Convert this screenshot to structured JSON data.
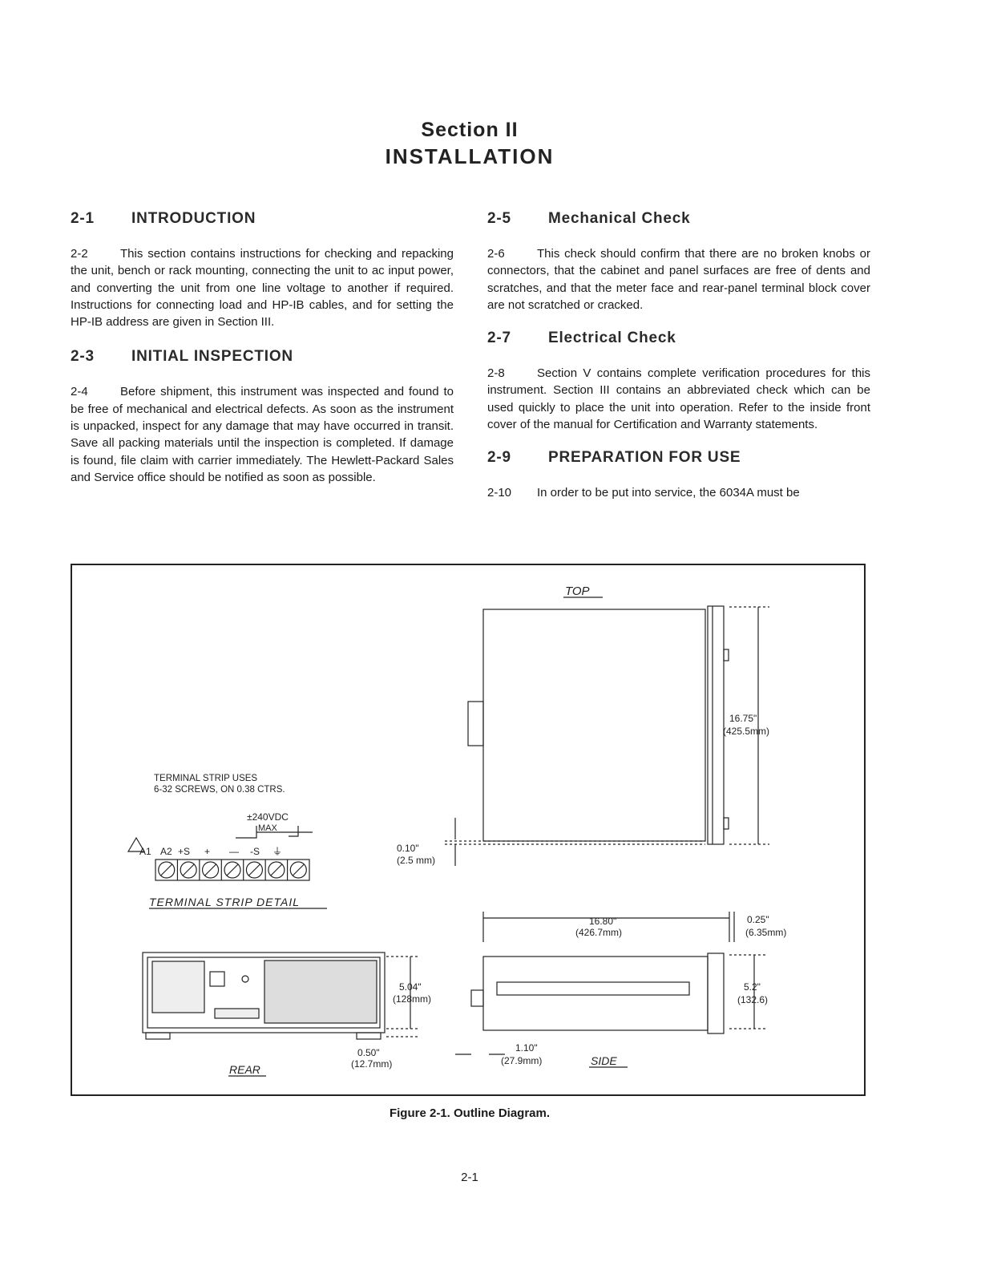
{
  "header": {
    "section": "Section II",
    "title": "INSTALLATION"
  },
  "left": {
    "s1": {
      "num": "2-1",
      "title": "INTRODUCTION"
    },
    "p1": {
      "num": "2-2",
      "text": "This section contains instructions for checking and repacking the unit, bench or rack mounting, connecting the unit to ac input power, and converting the unit from one line voltage to another if required. Instructions for connecting load and HP-IB cables, and for setting the HP-IB address are given in Section III."
    },
    "s2": {
      "num": "2-3",
      "title": "INITIAL INSPECTION"
    },
    "p2": {
      "num": "2-4",
      "text": "Before shipment, this instrument was inspected and found to be free of mechanical and electrical defects. As soon as the instrument is unpacked, inspect for any damage that may have occurred in transit. Save all packing materials until the inspection is completed. If damage is found, file claim with carrier immediately. The Hewlett-Packard Sales and Service office should be notified as soon as possible."
    }
  },
  "right": {
    "s1": {
      "num": "2-5",
      "title": "Mechanical Check"
    },
    "p1": {
      "num": "2-6",
      "text": "This check should confirm that there are no broken knobs or connectors, that the cabinet and panel surfaces are free of dents and scratches, and that the meter face and rear-panel terminal block cover are not scratched or cracked."
    },
    "s2": {
      "num": "2-7",
      "title": "Electrical Check"
    },
    "p2": {
      "num": "2-8",
      "text": "Section V contains complete verification procedures for this instrument. Section III contains an abbreviated check which can be used quickly to place the unit into operation. Refer to the inside front cover of the manual for Certification and Warranty statements."
    },
    "s3": {
      "num": "2-9",
      "title": "PREPARATION FOR USE"
    },
    "p3": {
      "num": "2-10",
      "text": "In order to be put into service, the 6034A must be"
    }
  },
  "figure": {
    "top_label": "TOP",
    "side_label": "SIDE",
    "rear_label": "REAR",
    "terminal_note_1": "TERMINAL STRIP USES",
    "terminal_note_2": "6-32 SCREWS, ON 0.38 CTRS.",
    "terminal_voltage": "±240VDC",
    "terminal_max": "MAX",
    "terminal_labels": [
      "A1",
      "A2",
      "+S",
      "+",
      "—",
      "-S",
      "⏚"
    ],
    "terminal_detail_label": "TERMINAL STRIP DETAIL",
    "dim_depth": "16.75\"",
    "dim_depth_mm": "(425.5mm)",
    "dim_gap": "0.10\"",
    "dim_gap_mm": "(2.5 mm)",
    "dim_length": "16.80\"",
    "dim_length_mm": "(426.7mm)",
    "dim_front": "0.25\"",
    "dim_front_mm": "(6.35mm)",
    "dim_rear_height": "5.04\"",
    "dim_rear_height_mm": "(128mm)",
    "dim_feet": "0.50\"",
    "dim_feet_mm": "(12.7mm)",
    "dim_side_height": "5.2\"",
    "dim_side_height_mm": "(132.6)",
    "dim_binding": "1.10\"",
    "dim_binding_mm": "(27.9mm)"
  },
  "caption": "Figure 2-1. Outline Diagram.",
  "page_number": "2-1"
}
